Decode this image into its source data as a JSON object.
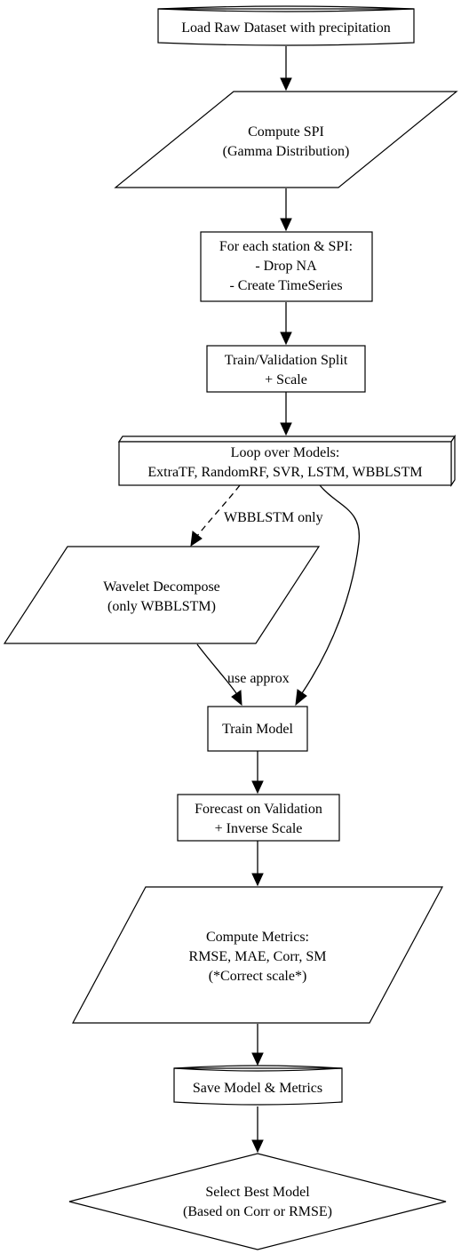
{
  "nodes": {
    "load": {
      "shape": "cylinder",
      "lines": [
        "Load Raw Dataset with precipitation"
      ]
    },
    "spi": {
      "shape": "parallelogram",
      "lines": [
        "Compute SPI",
        "(Gamma Distribution)"
      ]
    },
    "station": {
      "shape": "box",
      "lines": [
        "For each station & SPI:",
        "- Drop NA",
        "- Create TimeSeries"
      ]
    },
    "split": {
      "shape": "box",
      "lines": [
        "Train/Validation Split",
        "+ Scale"
      ]
    },
    "loop": {
      "shape": "box3d",
      "lines": [
        "Loop over Models:",
        "ExtraTF, RandomRF, SVR, LSTM, WBBLSTM"
      ]
    },
    "wavelet": {
      "shape": "parallelogram",
      "lines": [
        "Wavelet Decompose",
        "(only WBBLSTM)"
      ]
    },
    "train": {
      "shape": "box",
      "lines": [
        "Train Model"
      ]
    },
    "forecast": {
      "shape": "box",
      "lines": [
        "Forecast on Validation",
        "+ Inverse Scale"
      ]
    },
    "metrics": {
      "shape": "parallelogram",
      "lines": [
        "Compute Metrics:",
        "RMSE, MAE, Corr, SM",
        "(*Correct scale*)"
      ]
    },
    "save": {
      "shape": "cylinder",
      "lines": [
        "Save Model & Metrics"
      ]
    },
    "best": {
      "shape": "diamond",
      "lines": [
        "Select Best Model",
        "(Based on Corr or RMSE)"
      ]
    }
  },
  "edges": [
    {
      "from": "load",
      "to": "spi",
      "label": "",
      "style": "solid"
    },
    {
      "from": "spi",
      "to": "station",
      "label": "",
      "style": "solid"
    },
    {
      "from": "station",
      "to": "split",
      "label": "",
      "style": "solid"
    },
    {
      "from": "split",
      "to": "loop",
      "label": "",
      "style": "solid"
    },
    {
      "from": "loop",
      "to": "wavelet",
      "label": "WBBLSTM only",
      "style": "dashed"
    },
    {
      "from": "loop",
      "to": "train",
      "label": "",
      "style": "solid"
    },
    {
      "from": "wavelet",
      "to": "train",
      "label": "use approx",
      "style": "solid"
    },
    {
      "from": "train",
      "to": "forecast",
      "label": "",
      "style": "solid"
    },
    {
      "from": "forecast",
      "to": "metrics",
      "label": "",
      "style": "solid"
    },
    {
      "from": "metrics",
      "to": "save",
      "label": "",
      "style": "solid"
    },
    {
      "from": "save",
      "to": "best",
      "label": "",
      "style": "solid"
    }
  ]
}
